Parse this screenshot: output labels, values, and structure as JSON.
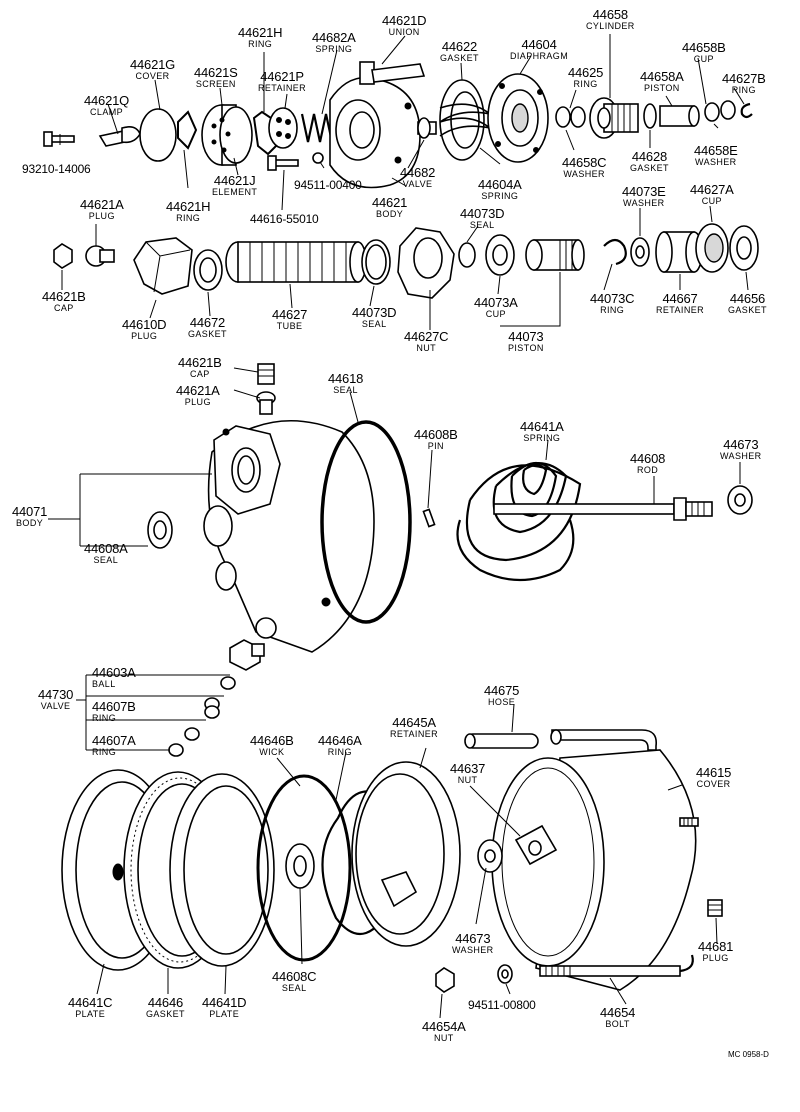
{
  "labels": [
    {
      "id": "44621D",
      "num": "44621D",
      "name": "UNION"
    },
    {
      "id": "44621H_top",
      "num": "44621H",
      "name": "RING"
    },
    {
      "id": "44682A",
      "num": "44682A",
      "name": "SPRING"
    },
    {
      "id": "44622",
      "num": "44622",
      "name": "GASKET"
    },
    {
      "id": "44604",
      "num": "44604",
      "name": "DIAPHRAGM"
    },
    {
      "id": "44658",
      "num": "44658",
      "name": "CYLINDER"
    },
    {
      "id": "44658B",
      "num": "44658B",
      "name": "CUP"
    },
    {
      "id": "44621G",
      "num": "44621G",
      "name": "COVER"
    },
    {
      "id": "44621S",
      "num": "44621S",
      "name": "SCREEN"
    },
    {
      "id": "44621P",
      "num": "44621P",
      "name": "RETAINER"
    },
    {
      "id": "44625",
      "num": "44625",
      "name": "RING"
    },
    {
      "id": "44658A",
      "num": "44658A",
      "name": "PISTON"
    },
    {
      "id": "44627B",
      "num": "44627B",
      "name": "RING"
    },
    {
      "id": "44621Q",
      "num": "44621Q",
      "name": "CLAMP"
    },
    {
      "id": "93210",
      "num": "93210-14006",
      "name": ""
    },
    {
      "id": "44621H_bot",
      "num": "44621H",
      "name": "RING"
    },
    {
      "id": "44621J",
      "num": "44621J",
      "name": "ELEMENT"
    },
    {
      "id": "94511_top",
      "num": "94511-00400",
      "name": ""
    },
    {
      "id": "44616",
      "num": "44616-55010",
      "name": ""
    },
    {
      "id": "44682",
      "num": "44682",
      "name": "VALVE"
    },
    {
      "id": "44621",
      "num": "44621",
      "name": "BODY"
    },
    {
      "id": "44604A",
      "num": "44604A",
      "name": "SPRING"
    },
    {
      "id": "44658C",
      "num": "44658C",
      "name": "WASHER"
    },
    {
      "id": "44628",
      "num": "44628",
      "name": "GASKET"
    },
    {
      "id": "44658E",
      "num": "44658E",
      "name": "WASHER"
    },
    {
      "id": "44621A_top",
      "num": "44621A",
      "name": "PLUG"
    },
    {
      "id": "44073D",
      "num": "44073D",
      "name": "SEAL"
    },
    {
      "id": "44073E",
      "num": "44073E",
      "name": "WASHER"
    },
    {
      "id": "44627A",
      "num": "44627A",
      "name": "CUP"
    },
    {
      "id": "44621B_top",
      "num": "44621B",
      "name": "CAP"
    },
    {
      "id": "44610D",
      "num": "44610D",
      "name": "PLUG"
    },
    {
      "id": "44672",
      "num": "44672",
      "name": "GASKET"
    },
    {
      "id": "44627",
      "num": "44627",
      "name": "TUBE"
    },
    {
      "id": "44073D_b",
      "num": "44073D",
      "name": "SEAL"
    },
    {
      "id": "44627C",
      "num": "44627C",
      "name": "NUT"
    },
    {
      "id": "44073A",
      "num": "44073A",
      "name": "CUP"
    },
    {
      "id": "44073",
      "num": "44073",
      "name": "PISTON"
    },
    {
      "id": "44073C",
      "num": "44073C",
      "name": "RING"
    },
    {
      "id": "44667",
      "num": "44667",
      "name": "RETAINER"
    },
    {
      "id": "44656",
      "num": "44656",
      "name": "GASKET"
    },
    {
      "id": "44621B_mid",
      "num": "44621B",
      "name": "CAP"
    },
    {
      "id": "44621A_mid",
      "num": "44621A",
      "name": "PLUG"
    },
    {
      "id": "44618",
      "num": "44618",
      "name": "SEAL"
    },
    {
      "id": "44608B",
      "num": "44608B",
      "name": "PIN"
    },
    {
      "id": "44641A",
      "num": "44641A",
      "name": "SPRING"
    },
    {
      "id": "44608",
      "num": "44608",
      "name": "ROD"
    },
    {
      "id": "44673_top",
      "num": "44673",
      "name": "WASHER"
    },
    {
      "id": "44071",
      "num": "44071",
      "name": "BODY"
    },
    {
      "id": "44608A",
      "num": "44608A",
      "name": "SEAL"
    },
    {
      "id": "44603A",
      "num": "44603A",
      "name": "BALL"
    },
    {
      "id": "44730",
      "num": "44730",
      "name": "VALVE"
    },
    {
      "id": "44607B",
      "num": "44607B",
      "name": "RING"
    },
    {
      "id": "44607A",
      "num": "44607A",
      "name": "RING"
    },
    {
      "id": "44675",
      "num": "44675",
      "name": "HOSE"
    },
    {
      "id": "44646B",
      "num": "44646B",
      "name": "WICK"
    },
    {
      "id": "44646A",
      "num": "44646A",
      "name": "RING"
    },
    {
      "id": "44645A",
      "num": "44645A",
      "name": "RETAINER"
    },
    {
      "id": "44637",
      "num": "44637",
      "name": "NUT"
    },
    {
      "id": "44615",
      "num": "44615",
      "name": "COVER"
    },
    {
      "id": "44673_bot",
      "num": "44673",
      "name": "WASHER"
    },
    {
      "id": "44681",
      "num": "44681",
      "name": "PLUG"
    },
    {
      "id": "44608C",
      "num": "44608C",
      "name": "SEAL"
    },
    {
      "id": "44641C",
      "num": "44641C",
      "name": "PLATE"
    },
    {
      "id": "44646",
      "num": "44646",
      "name": "GASKET"
    },
    {
      "id": "44641D",
      "num": "44641D",
      "name": "PLATE"
    },
    {
      "id": "44654A",
      "num": "44654A",
      "name": "NUT"
    },
    {
      "id": "94511_bot",
      "num": "94511-00800",
      "name": ""
    },
    {
      "id": "44654",
      "num": "44654",
      "name": "BOLT"
    }
  ],
  "drawing_code": "MC 0958-D",
  "icons": [
    "exploded-parts-drawing"
  ]
}
